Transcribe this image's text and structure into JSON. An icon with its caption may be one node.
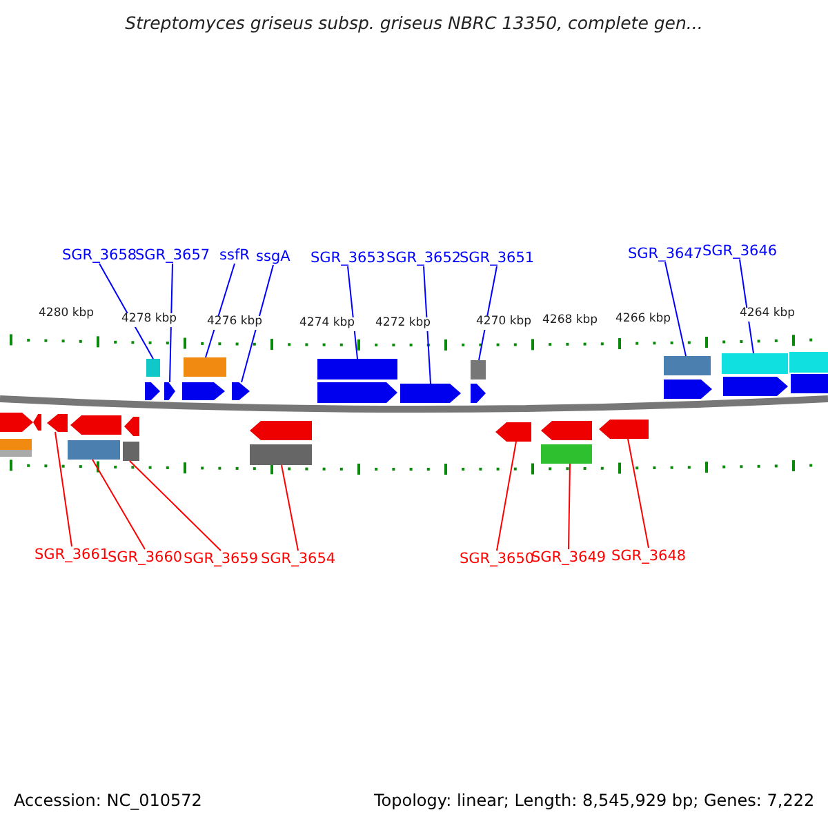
{
  "diagram": {
    "title": "Streptomyces griseus subsp. griseus NBRC 13350, complete gen...",
    "nodes": [
      {
        "text": [
          "SGR_3658"
        ]
      },
      {
        "text": [
          "SGR_3657"
        ]
      },
      {
        "text": [
          "ssfR"
        ]
      },
      {
        "text": [
          "ssgA"
        ]
      },
      {
        "text": [
          "SGR_3653"
        ]
      },
      {
        "text": [
          "SGR_3652"
        ]
      },
      {
        "text": [
          "SGR_3651"
        ]
      },
      {
        "text": [
          "SGR_3647"
        ]
      },
      {
        "text": [
          "SGR_3646"
        ]
      },
      {
        "text": [
          "SGR_3661"
        ]
      },
      {
        "text": [
          "SGR_3660"
        ]
      },
      {
        "text": [
          "SGR_3659"
        ]
      },
      {
        "text": [
          "SGR_3654"
        ]
      },
      {
        "text": [
          "SGR_3650"
        ]
      },
      {
        "text": [
          "SGR_3649"
        ]
      },
      {
        "text": [
          "SGR_3648"
        ]
      },
      {
        "text": [],
        "shape": "arrow"
      },
      {
        "text": [],
        "shape": "arrow"
      },
      {
        "text": [],
        "shape": "arrow"
      },
      {
        "text": [],
        "shape": "arrow"
      },
      {
        "text": [],
        "shape": "arrow"
      },
      {
        "text": [],
        "shape": "arrow"
      },
      {
        "text": [],
        "shape": "arrow"
      },
      {
        "text": [],
        "shape": "arrow"
      },
      {
        "text": [],
        "shape": "arrow"
      },
      {
        "text": [],
        "shape": "arrow"
      },
      {
        "text": [],
        "shape": "arrow"
      },
      {
        "text": [],
        "shape": "arrow"
      },
      {
        "text": [],
        "shape": "arrow"
      },
      {
        "text": [],
        "shape": "arrow"
      },
      {
        "text": [],
        "shape": "arrow"
      },
      {
        "text": [],
        "shape": "arrow"
      },
      {
        "text": [],
        "shape": "arrow"
      },
      {
        "text": [],
        "shape": "arrow"
      },
      {
        "text": [],
        "shape": "arrow"
      }
    ],
    "edges": [
      {
        "from": 0,
        "to": 16,
        "arrow": "none"
      },
      {
        "from": 1,
        "to": 17,
        "arrow": "none"
      },
      {
        "from": 2,
        "to": 18,
        "arrow": "none"
      },
      {
        "from": 3,
        "to": 19,
        "arrow": "none"
      },
      {
        "from": 4,
        "to": 20,
        "arrow": "none"
      },
      {
        "from": 5,
        "to": 21,
        "arrow": "none"
      },
      {
        "from": 6,
        "to": 22,
        "arrow": "none"
      },
      {
        "from": 7,
        "to": 23,
        "arrow": "none"
      },
      {
        "from": 8,
        "to": 24,
        "arrow": "none"
      },
      {
        "from": 9,
        "to": 25,
        "arrow": "none",
        "color": "#ff0000"
      },
      {
        "from": 10,
        "to": 26,
        "arrow": "none",
        "color": "#ff0000"
      },
      {
        "from": 11,
        "to": 27,
        "arrow": "none",
        "color": "#ff0000"
      },
      {
        "from": 12,
        "to": 28,
        "arrow": "none",
        "color": "#ff0000"
      },
      {
        "from": 13,
        "to": 29,
        "arrow": "none",
        "color": "#ff0000"
      },
      {
        "from": 14,
        "to": 30,
        "arrow": "none",
        "color": "#ff0000"
      },
      {
        "from": 15,
        "to": 31,
        "arrow": "none",
        "color": "#ff0000"
      }
    ],
    "labels": [
      "4280 kbp",
      "4278 kbp",
      "4276 kbp",
      "4274 kbp",
      "4272 kbp",
      "4270 kbp",
      "4268 kbp",
      "4266 kbp",
      "4264 kbp",
      "Accession: NC_010572",
      "Topology: linear; Length: 8,545,929 bp; Genes: 7,222"
    ]
  }
}
